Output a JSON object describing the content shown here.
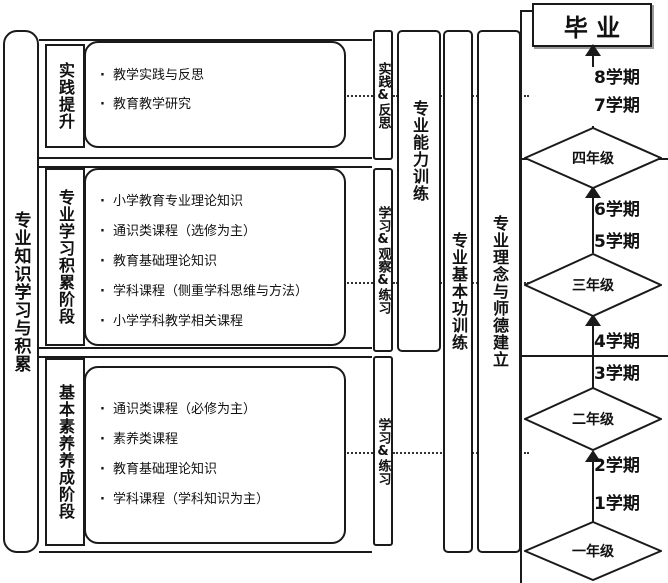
{
  "left_column": {
    "title": "专业知识学习与积累"
  },
  "stages": [
    {
      "title": "实践提升",
      "items": [
        "教学实践与反思",
        "教育教学研究"
      ],
      "activity": "实践&反思"
    },
    {
      "title": "专业学习积累阶段",
      "items": [
        "小学教育专业理论知识",
        "通识类课程（选修为主）",
        "教育基础理论知识",
        "学科课程（侧重学科思维与方法）",
        "小学学科教学相关课程"
      ],
      "activity": "学习&观察&练习"
    },
    {
      "title": "基本素养养成阶段",
      "items": [
        "通识类课程（必修为主）",
        "素养类课程",
        "教育基础理论知识",
        "学科课程（学科知识为主）"
      ],
      "activity": "学习&练习"
    }
  ],
  "training": {
    "ability": "专业能力训练",
    "basic": "专业基本功训练",
    "concept": "专业理念与师德建立"
  },
  "timeline": {
    "graduation": "毕 业",
    "grades": [
      "一年级",
      "二年级",
      "三年级",
      "四年级"
    ],
    "semesters": [
      "1学期",
      "2学期",
      "3学期",
      "4学期",
      "5学期",
      "6学期",
      "7学期",
      "8学期"
    ]
  }
}
